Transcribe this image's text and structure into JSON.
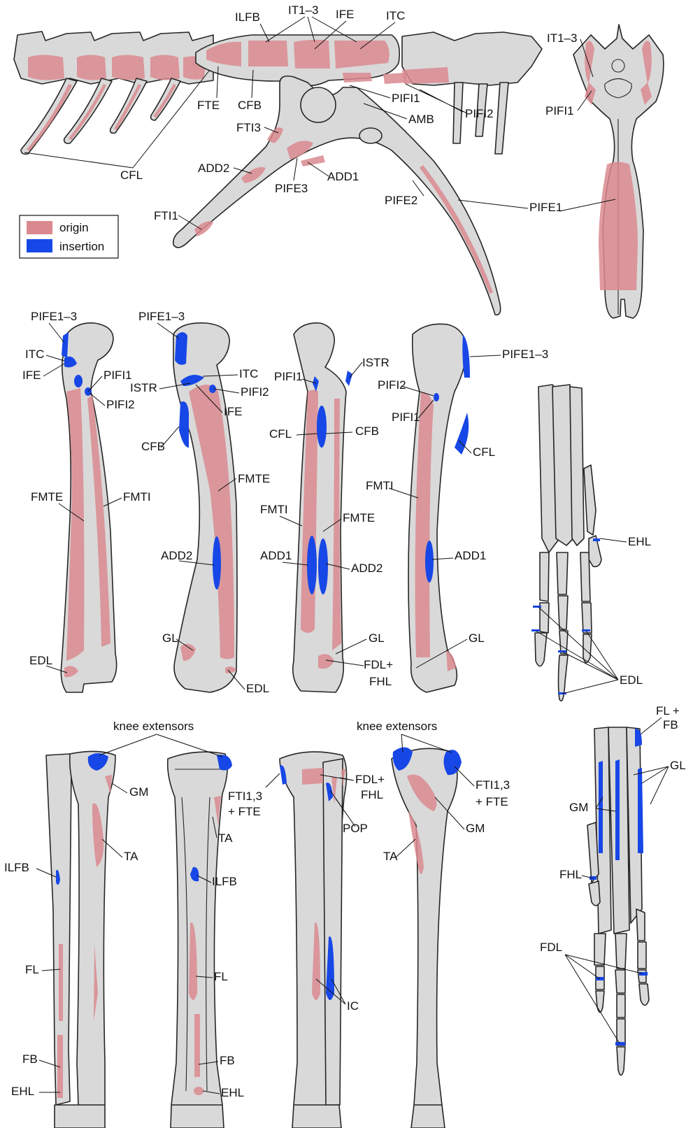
{
  "legend": {
    "origin": "origin",
    "insertion": "insertion",
    "origin_color": "#d9898f",
    "insertion_color": "#1747e6"
  },
  "pelvis_labels": [
    "ILFB",
    "IT1–3",
    "IFE",
    "ITC",
    "FTE",
    "CFB",
    "PIFI1",
    "PIFI2",
    "AMB",
    "FTI3",
    "ADD2",
    "ADD1",
    "PIFE3",
    "PIFE2",
    "PIFE1",
    "CFL",
    "FTI1"
  ],
  "pelvis_dorsal_labels": [
    "IT1–3",
    "PIFI1"
  ],
  "femur_labels": [
    "PIFE1–3",
    "ITC",
    "IFE",
    "PIFI1",
    "PIFI2",
    "PIFE1–3",
    "ISTR",
    "ITC",
    "PIFI2",
    "IFE",
    "CFB",
    "FMTE",
    "FMTI",
    "FMTE",
    "ADD2",
    "GL",
    "EDL",
    "EDL",
    "ISTR",
    "PIFI1",
    "CFL",
    "CFB",
    "FMTI",
    "FMTE",
    "ADD1",
    "ADD2",
    "GL",
    "FDL+",
    "FHL",
    "PIFE1–3",
    "PIFI2",
    "PIFI1",
    "CFL",
    "FMTI",
    "ADD1",
    "GL"
  ],
  "foot_upper_labels": [
    "EHL",
    "EDL"
  ],
  "tibia_labels": [
    "knee extensors",
    "GM",
    "TA",
    "ILFB",
    "FL",
    "FB",
    "EHL",
    "TA",
    "ILFB",
    "FL",
    "FB",
    "EHL",
    "FTI1,3",
    "+ FTE",
    "FDL+",
    "FHL",
    "POP",
    "IC",
    "knee extensors",
    "FTI1,3",
    "+ FTE",
    "GM",
    "TA"
  ],
  "foot_lower_labels": [
    "FL +",
    "FB",
    "GL",
    "GM",
    "FHL",
    "FDL"
  ]
}
